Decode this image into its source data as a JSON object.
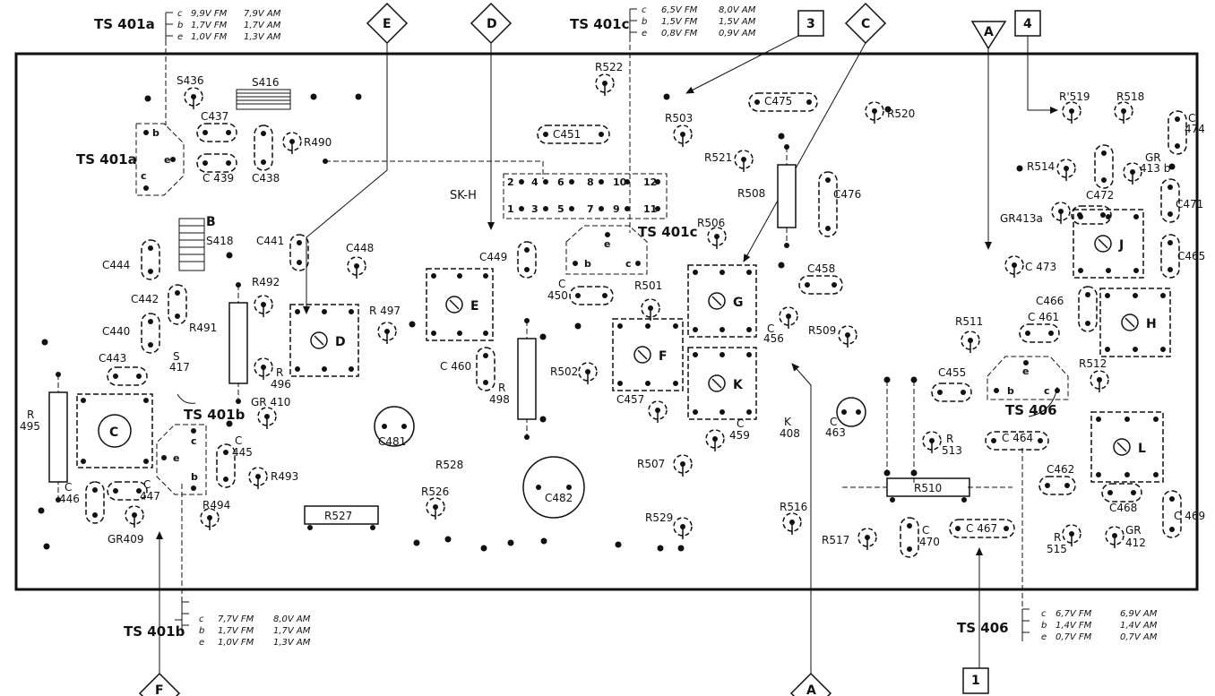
{
  "transistors": {
    "ts401a": {
      "name": "TS 401a",
      "board_name": "TS 401a",
      "pins": [
        "b",
        "e",
        "c"
      ]
    },
    "ts401b": {
      "name": "TS 401b",
      "board_name": "TS 401b",
      "pins": [
        "c",
        "e",
        "b"
      ]
    },
    "ts401c": {
      "name": "TS 401c",
      "board_name": "TS 401c",
      "pins": [
        "e",
        "b",
        "c"
      ]
    },
    "ts406": {
      "name": "TS 406",
      "board_name": "TS 406",
      "pins": [
        "e",
        "b",
        "c"
      ]
    }
  },
  "voltages": {
    "ts401a": [
      {
        "pin": "c",
        "fm": "9,9V FM",
        "am": "7,9V AM"
      },
      {
        "pin": "b",
        "fm": "1,7V FM",
        "am": "1,7V AM"
      },
      {
        "pin": "e",
        "fm": "1,0V FM",
        "am": "1,3V AM"
      }
    ],
    "ts401c": [
      {
        "pin": "c",
        "fm": "6,5V FM",
        "am": "8,0V AM"
      },
      {
        "pin": "b",
        "fm": "1,5V FM",
        "am": "1,5V AM"
      },
      {
        "pin": "e",
        "fm": "0,8V FM",
        "am": "0,9V AM"
      }
    ],
    "ts401b": [
      {
        "pin": "c",
        "fm": "7,7V FM",
        "am": "8,0V AM"
      },
      {
        "pin": "b",
        "fm": "1,7V FM",
        "am": "1,7V AM"
      },
      {
        "pin": "e",
        "fm": "1,0V FM",
        "am": "1,3V AM"
      }
    ],
    "ts406": [
      {
        "pin": "c",
        "fm": "6,7V FM",
        "am": "6,9V AM"
      },
      {
        "pin": "b",
        "fm": "1,4V FM",
        "am": "1,4V AM"
      },
      {
        "pin": "e",
        "fm": "0,7V FM",
        "am": "0,7V AM"
      }
    ]
  },
  "markers": {
    "diamond_e": "E",
    "diamond_d": "D",
    "diamond_c": "C",
    "diamond_a": "A",
    "diamond_f": "F",
    "triangle_a": "A",
    "square_3": "3",
    "square_4": "4",
    "square_1": "1"
  },
  "connector": {
    "name": "SK-H",
    "pins_top": [
      "2",
      "4",
      "6",
      "8",
      "10",
      "12"
    ],
    "pins_bottom": [
      "1",
      "3",
      "5",
      "7",
      "9",
      "11"
    ]
  },
  "coils": {
    "c": "C",
    "d": "D",
    "e": "E",
    "f": "F",
    "g": "G",
    "k": "K",
    "j": "J",
    "h": "H",
    "l": "L",
    "b": "B"
  },
  "components": {
    "S436": "S436",
    "S416": "S416",
    "S418": "S418",
    "S417_a": "S",
    "S417_b": "417",
    "C437": "C437",
    "C439": "C 439",
    "C438": "C438",
    "R490": "R490",
    "C441": "C441",
    "C448": "C448",
    "C444": "C444",
    "C442": "C442",
    "C440": "C440",
    "C443": "C443",
    "R491": "R491",
    "R492": "R492",
    "R496_a": "R",
    "R496_b": "496",
    "GR410": "GR 410",
    "C445_a": "C",
    "C445_b": "445",
    "R493": "R493",
    "R494": "R494",
    "R495_a": "R",
    "R495_b": "495",
    "C446_a": "C",
    "C446_b": "446",
    "C447_a": "C",
    "C447_b": "447",
    "GR409": "GR409",
    "R527": "R527",
    "R497": "R 497",
    "C449": "C449",
    "C450_a": "C",
    "C450_b": "450",
    "C460": "C 460",
    "R498_a": "R",
    "R498_b": "498",
    "C481": "C481",
    "R528": "R528",
    "R526": "R526",
    "C482": "C482",
    "R502": "R502",
    "C457": "C457",
    "R501": "R501",
    "R522": "R522",
    "C451": "C451",
    "R503": "R503",
    "R521": "R521",
    "R508": "R508",
    "C475": "C475",
    "R520": "R520",
    "C476": "C476",
    "R506": "R506",
    "C458": "C458",
    "C456_a": "C",
    "C456_b": "456",
    "R509": "R509",
    "C459_a": "C",
    "C459_b": "459",
    "K408_a": "K",
    "K408_b": "408",
    "R507": "R507",
    "R529": "R529",
    "R516": "R516",
    "R517": "R517",
    "C463_a": "C",
    "C463_b": "463",
    "R513_a": "R",
    "R513_b": "513",
    "R510": "R510",
    "C455": "C455",
    "C470_a": "C",
    "C470_b": "470",
    "C467": "C 467",
    "R511": "R511",
    "C461": "C 461",
    "C466": "C466",
    "R512": "R512",
    "C464": "C 464",
    "C462": "C462",
    "C468": "C468",
    "C469": "C 469",
    "R515_a": "R",
    "R515_b": "515",
    "GR412_a": "GR",
    "GR412_b": "412",
    "R519": "R'519",
    "R518": "R518",
    "C474_a": "C",
    "C474_b": "474",
    "R514": "R514",
    "GR413b_a": "GR",
    "GR413b_b": "413 b",
    "C472": "C472",
    "C471": "C471",
    "GR413a": "GR413a",
    "C473": "C 473",
    "C465": "C465"
  }
}
